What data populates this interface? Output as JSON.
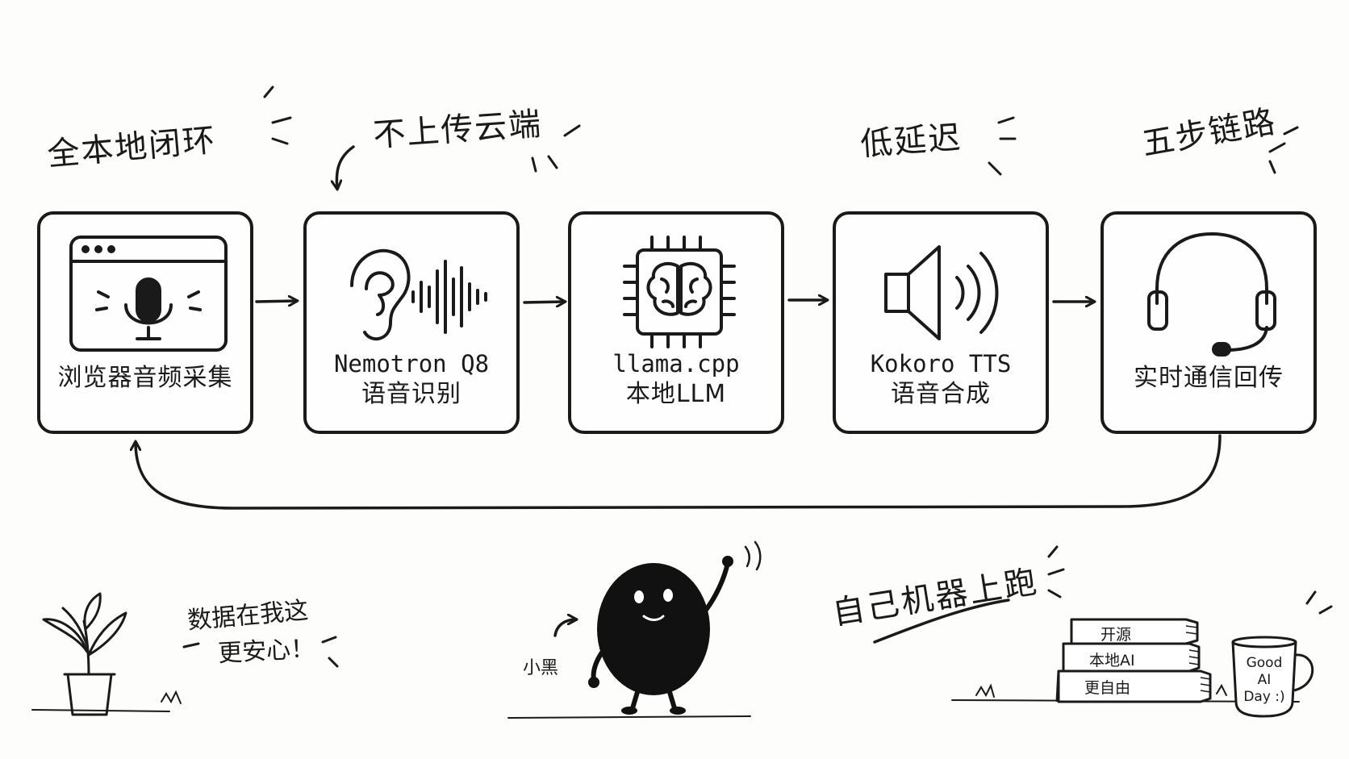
{
  "annotations": {
    "closed_loop": "全本地闭环",
    "no_cloud": "不上传云端",
    "low_latency": "低延迟",
    "five_steps": "五步链路"
  },
  "steps": [
    {
      "icon": "browser-microphone-icon",
      "label": "浏览器音频采集"
    },
    {
      "icon": "ear-soundwave-icon",
      "label_en": "Nemotron Q8",
      "label_zh": "语音识别"
    },
    {
      "icon": "brain-chip-icon",
      "label_en": "llama.cpp",
      "label_zh": "本地LLM"
    },
    {
      "icon": "speaker-icon",
      "label_en": "Kokoro TTS",
      "label_zh": "语音合成"
    },
    {
      "icon": "headset-icon",
      "label": "实时通信回传"
    }
  ],
  "footer": {
    "data_note_line1": "数据在我这",
    "data_note_line2": "更安心！",
    "mascot_name": "小黑",
    "own_machine": "自己机器上跑",
    "books": [
      "开源",
      "本地AI",
      "更自由"
    ],
    "mug_lines": [
      "Good",
      "AI",
      "Day :)"
    ]
  }
}
